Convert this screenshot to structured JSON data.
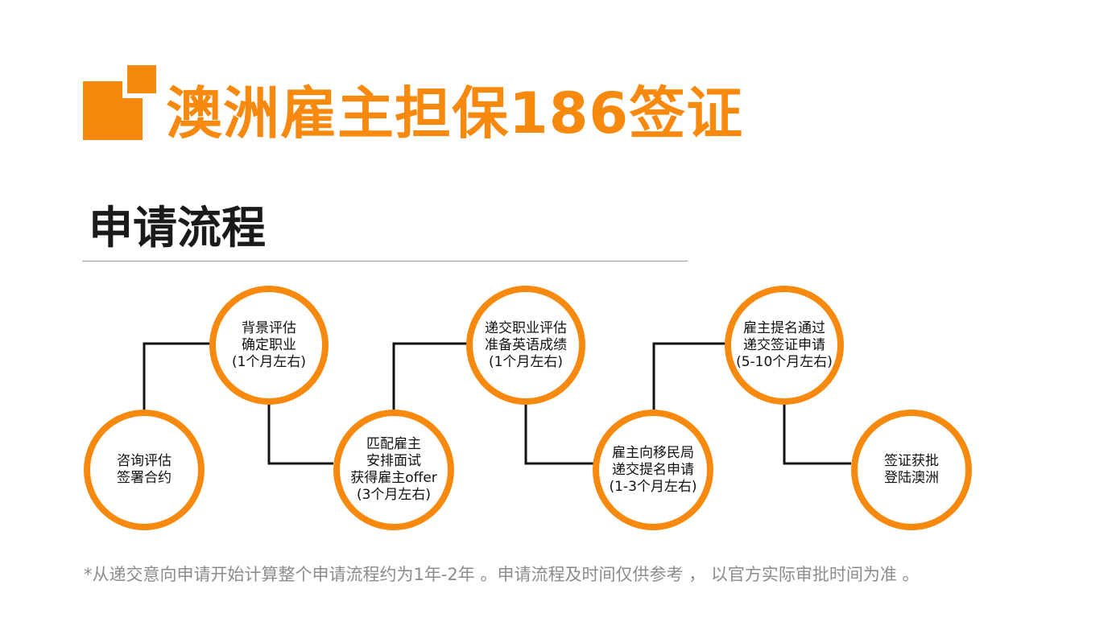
{
  "header": {
    "title": "澳洲雇主担保186签证",
    "section_title": "申请流程"
  },
  "colors": {
    "accent": "#F7890F",
    "connector": "#111111",
    "footnote": "#8C8C8C"
  },
  "steps": [
    {
      "lines": [
        "咨询评估",
        "签署合约"
      ]
    },
    {
      "lines": [
        "背景评估",
        "确定职业",
        "(1个月左右)"
      ]
    },
    {
      "lines": [
        "匹配雇主",
        "安排面试",
        "获得雇主offer",
        "(3个月左右)"
      ]
    },
    {
      "lines": [
        "递交职业评估",
        "准备英语成绩",
        "(1个月左右)"
      ]
    },
    {
      "lines": [
        "雇主向移民局",
        "递交提名申请",
        "(1-3个月左右)"
      ]
    },
    {
      "lines": [
        "雇主提名通过",
        "递交签证申请",
        "(5-10个月左右)"
      ]
    },
    {
      "lines": [
        "签证获批",
        "登陆澳洲"
      ]
    }
  ],
  "footnote": "*从递交意向申请开始计算整个申请流程约为1年-2年 。申请流程及时间仅供参考 ， 以官方实际审批时间为准 。"
}
